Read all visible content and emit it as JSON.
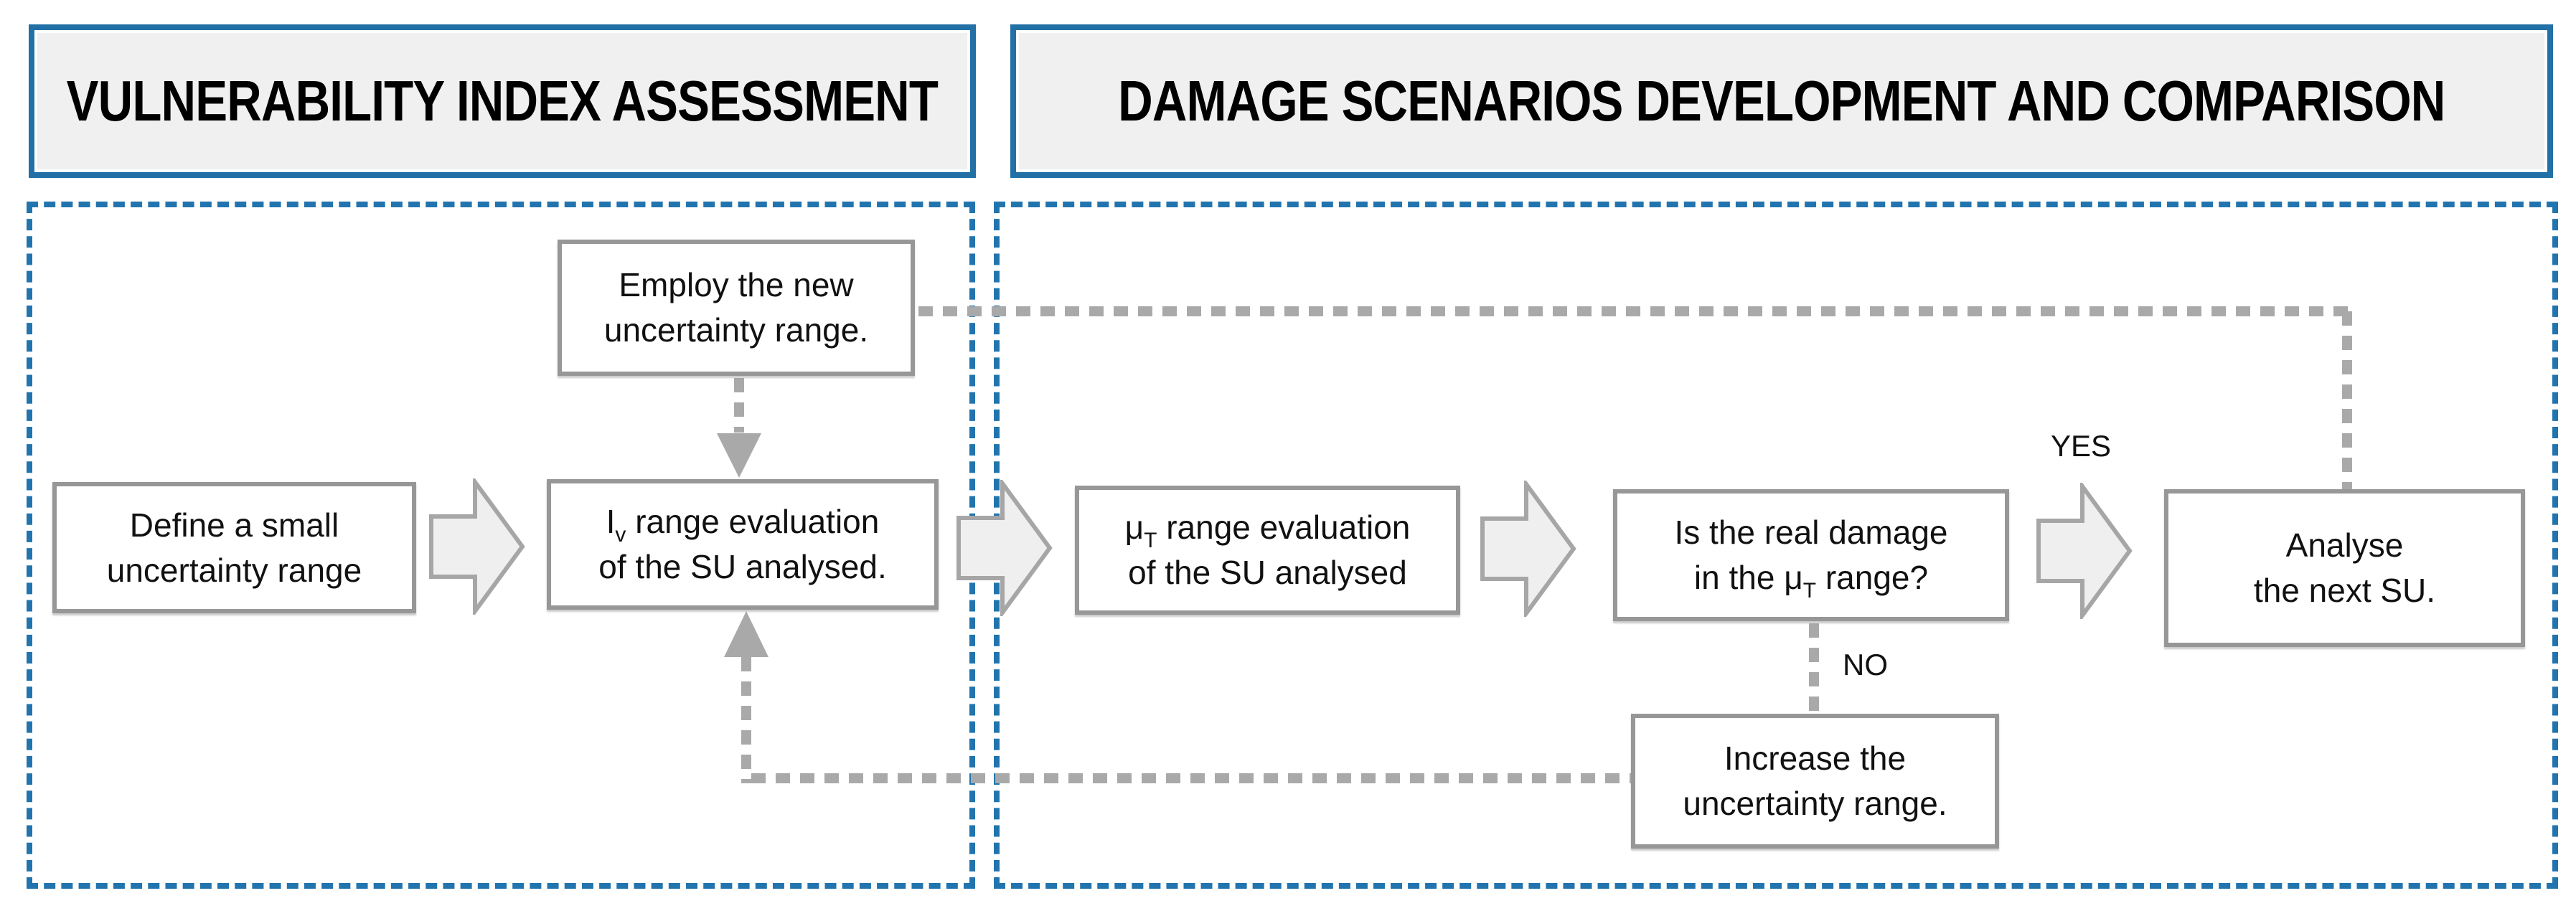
{
  "headers": {
    "left": "VULNERABILITY INDEX ASSESSMENT",
    "right": "DAMAGE SCENARIOS DEVELOPMENT AND COMPARISON"
  },
  "nodes": {
    "define": {
      "line1": "Define a small",
      "line2": "uncertainty range"
    },
    "employ": {
      "line1": "Employ the new",
      "line2": "uncertainty range."
    },
    "iv": {
      "symbol": "I",
      "subscript": "v",
      "line1_rest": " range evaluation",
      "line2": "of the SU analysed."
    },
    "mu": {
      "symbol": "μ",
      "subscript": "T",
      "line1_rest": " range evaluation",
      "line2": "of the SU analysed"
    },
    "damage": {
      "line1": "Is the real damage",
      "line2_pre": "in the μ",
      "line2_sub": "T",
      "line2_post": " range?"
    },
    "analyse": {
      "line1": "Analyse",
      "line2": "the next SU."
    },
    "increase": {
      "line1": "Increase the",
      "line2": "uncertainty range."
    }
  },
  "labels": {
    "yes": "YES",
    "no": "NO"
  },
  "colors": {
    "section_border_blue": "#2274ae",
    "header_border_blue": "#2270a6",
    "header_fill": "#f0f0f0",
    "node_border_gray": "#979797",
    "block_arrow_fill": "#efefef",
    "block_arrow_stroke": "#a6a6a6",
    "dotted_connector_gray": "#a9a9a9",
    "text": "#111111"
  }
}
